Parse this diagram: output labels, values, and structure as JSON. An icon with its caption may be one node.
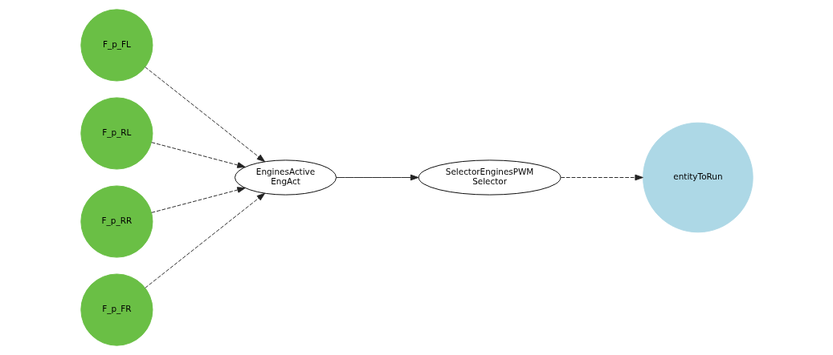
{
  "diagram": {
    "nodes": [
      {
        "text": [
          "F_p_FL"
        ]
      },
      {
        "text": [
          "F_p_RL"
        ]
      },
      {
        "text": [
          "F_p_RR"
        ]
      },
      {
        "text": [
          "F_p_FR"
        ]
      },
      {
        "text": [
          "EnginesActive",
          "EngAct"
        ]
      },
      {
        "text": [
          "SelectorEnginesPWM",
          "Selector"
        ]
      },
      {
        "text": [
          "entityToRun"
        ]
      }
    ],
    "edges": [
      {
        "from": 0,
        "to": 4,
        "arrow": "to",
        "style": "dashed"
      },
      {
        "from": 1,
        "to": 4,
        "arrow": "to",
        "style": "dashed"
      },
      {
        "from": 2,
        "to": 4,
        "arrow": "to",
        "style": "dashed"
      },
      {
        "from": 3,
        "to": 4,
        "arrow": "to",
        "style": "dashed"
      },
      {
        "from": 4,
        "to": 5,
        "arrow": "to"
      },
      {
        "from": 5,
        "to": 6,
        "arrow": "to",
        "style": "dashed"
      }
    ]
  }
}
